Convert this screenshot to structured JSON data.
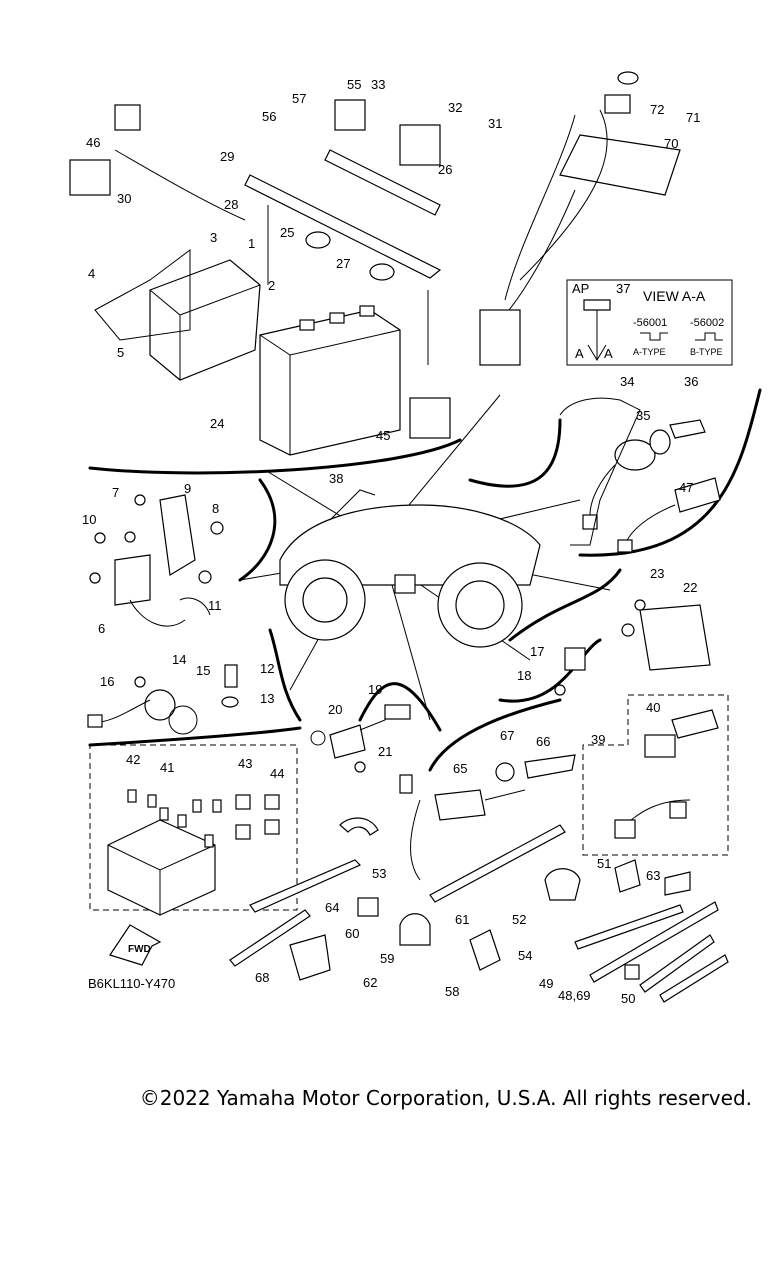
{
  "diagram": {
    "callouts": [
      "1",
      "2",
      "3",
      "4",
      "5",
      "6",
      "7",
      "8",
      "9",
      "10",
      "11",
      "12",
      "13",
      "14",
      "15",
      "16",
      "17",
      "18",
      "19",
      "20",
      "21",
      "22",
      "23",
      "24",
      "25",
      "26",
      "27",
      "28",
      "29",
      "30",
      "31",
      "32",
      "33",
      "34",
      "35",
      "36",
      "37",
      "38",
      "39",
      "40",
      "41",
      "42",
      "43",
      "44",
      "45",
      "46",
      "47",
      "48,69",
      "49",
      "50",
      "51",
      "52",
      "53",
      "54",
      "55",
      "56",
      "57",
      "58",
      "59",
      "60",
      "61",
      "62",
      "63",
      "64",
      "65",
      "66",
      "67",
      "68",
      "70",
      "71",
      "72"
    ],
    "view_label": "VIEW A-A",
    "ap_label": "AP",
    "a_left": "A",
    "a_right": "A",
    "type_a_code": "-56001",
    "type_b_code": "-56002",
    "type_a_label": "A-TYPE",
    "type_b_label": "B-TYPE",
    "fwd_label": "FWD",
    "figure_code": "B6KL110-Y470"
  },
  "footer": {
    "copyright": "©2022 Yamaha Motor Corporation, U.S.A. All rights reserved."
  }
}
